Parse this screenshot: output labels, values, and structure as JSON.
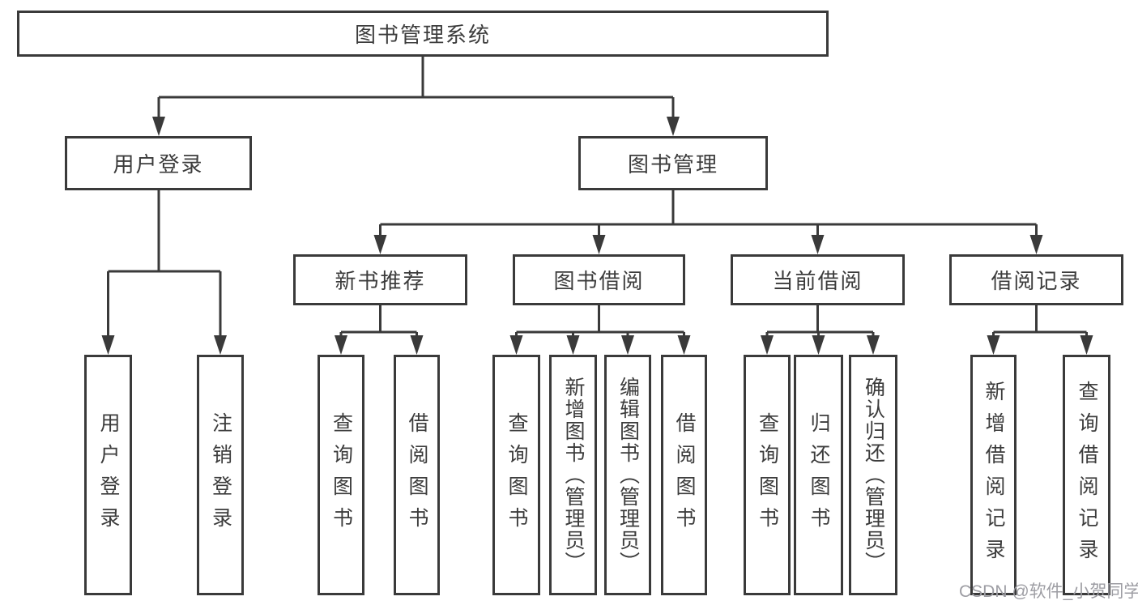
{
  "tree": {
    "label": "图书管理系统",
    "children": [
      {
        "label": "用户登录",
        "children": [
          {
            "label": "用户登录"
          },
          {
            "label": "注销登录"
          }
        ]
      },
      {
        "label": "图书管理",
        "children": [
          {
            "label": "新书推荐",
            "children": [
              {
                "label": "查询图书"
              },
              {
                "label": "借阅图书"
              }
            ]
          },
          {
            "label": "图书借阅",
            "children": [
              {
                "label": "查询图书"
              },
              {
                "label": "新增图书（管理员）"
              },
              {
                "label": "编辑图书（管理员）"
              },
              {
                "label": "借阅图书"
              }
            ]
          },
          {
            "label": "当前借阅",
            "children": [
              {
                "label": "查询图书"
              },
              {
                "label": "归还图书"
              },
              {
                "label": "确认归还（管理员）"
              }
            ]
          },
          {
            "label": "借阅记录",
            "children": [
              {
                "label": "新增借阅记录"
              },
              {
                "label": "查询借阅记录"
              }
            ]
          }
        ]
      }
    ]
  },
  "watermark": {
    "text": "CSDN @软件_小贺同学"
  },
  "colors": {
    "line": "#3a3a3a",
    "border": "#3a3a3a",
    "text": "#3c3c3c",
    "watermark": "#9d9da3",
    "background": "#ffffff"
  }
}
